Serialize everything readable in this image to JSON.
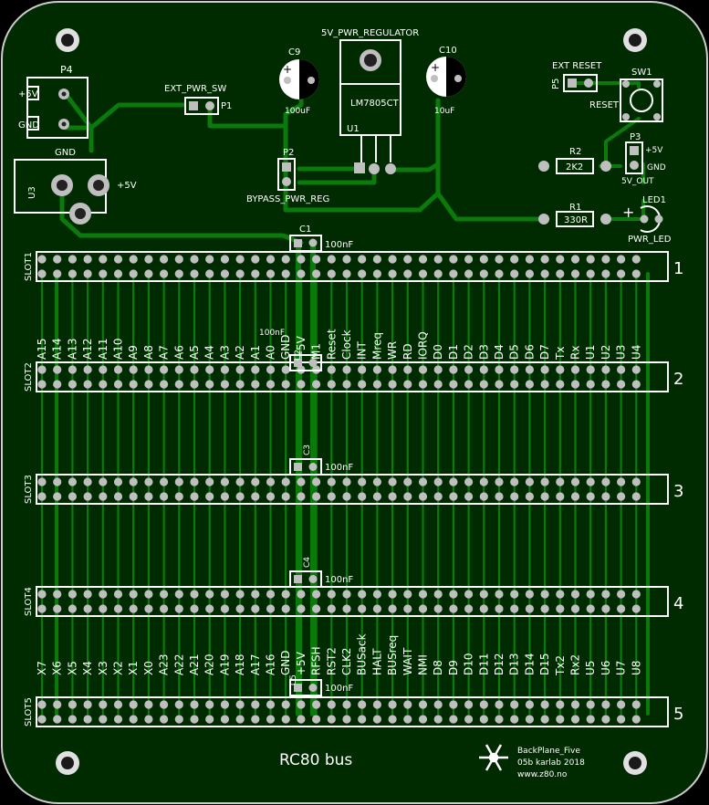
{
  "board": {
    "title": "RC80 bus",
    "info": [
      "BackPlane_Five",
      "05b karlab 2018",
      "www.z80.no"
    ],
    "colors": {
      "board": "#002a00",
      "trace": "#0a7a0a",
      "silk": "#ffffff",
      "pad": "#bfbfbf",
      "edge": "#cccccc"
    }
  },
  "power": {
    "p4": "P4",
    "p4_5v": "+5V",
    "p4_gnd": "GND",
    "gnd": "GND",
    "u3": "U3",
    "u3_5v": "+5V",
    "ext_pwr_sw": "EXT_PWR_SW",
    "p1": "P1",
    "c9": "C9",
    "c9_val": "100uF",
    "reg_title": "5V_PWR_REGULATOR",
    "u1": "U1",
    "lm": "LM7805CT",
    "c10": "C10",
    "c10_val": "10uF",
    "p2": "P2",
    "bypass": "BYPASS_PWR_REG",
    "c1": "C1",
    "c1_val": "100nF"
  },
  "controls": {
    "ext_reset": "EXT RESET",
    "p5": "P5",
    "sw1": "SW1",
    "reset": "RESET",
    "p3": "P3",
    "p3_5v": "+5V",
    "p3_gnd": "GND",
    "out5v": "5V_OUT",
    "r2": "R2",
    "r2_val": "2K2",
    "r1": "R1",
    "r1_val": "330R",
    "led1": "LED1",
    "pwr_led": "PWR_LED"
  },
  "slots": [
    {
      "name": "SLOT1",
      "num": "1"
    },
    {
      "name": "SLOT2",
      "num": "2"
    },
    {
      "name": "SLOT3",
      "num": "3"
    },
    {
      "name": "SLOT4",
      "num": "4"
    },
    {
      "name": "SLOT5",
      "num": "5"
    }
  ],
  "caps": [
    {
      "ref": "C2",
      "val": "100nF"
    },
    {
      "ref": "C3",
      "val": "100nF"
    },
    {
      "ref": "C4",
      "val": "100nF"
    },
    {
      "ref": "C5",
      "val": "100nF"
    }
  ],
  "row_a_labels": [
    "A15",
    "A14",
    "A13",
    "A12",
    "A11",
    "A10",
    "A9",
    "A8",
    "A7",
    "A6",
    "A5",
    "A4",
    "A3",
    "A2",
    "A1",
    "A0",
    "GND",
    "+5V",
    "M1",
    "Reset",
    "Clock",
    "INT",
    "Mreq",
    "WR",
    "RD",
    "IORQ",
    "D0",
    "D1",
    "D2",
    "D3",
    "D4",
    "D5",
    "D6",
    "D7",
    "Tx",
    "Rx",
    "U1",
    "U2",
    "U3",
    "U4"
  ],
  "row_b_labels": [
    "X7",
    "X6",
    "X5",
    "X4",
    "X3",
    "X2",
    "X1",
    "X0",
    "A23",
    "A22",
    "A21",
    "A20",
    "A19",
    "A18",
    "A17",
    "A16",
    "GND",
    "+5V",
    "RFSH",
    "RST2",
    "CLK2",
    "BUSack",
    "HALT",
    "BUSreq",
    "WAIT",
    "NMI",
    "D8",
    "D9",
    "D10",
    "D11",
    "D12",
    "D13",
    "D14",
    "D15",
    "Tx2",
    "Rx2",
    "U5",
    "U6",
    "U7",
    "U8"
  ]
}
